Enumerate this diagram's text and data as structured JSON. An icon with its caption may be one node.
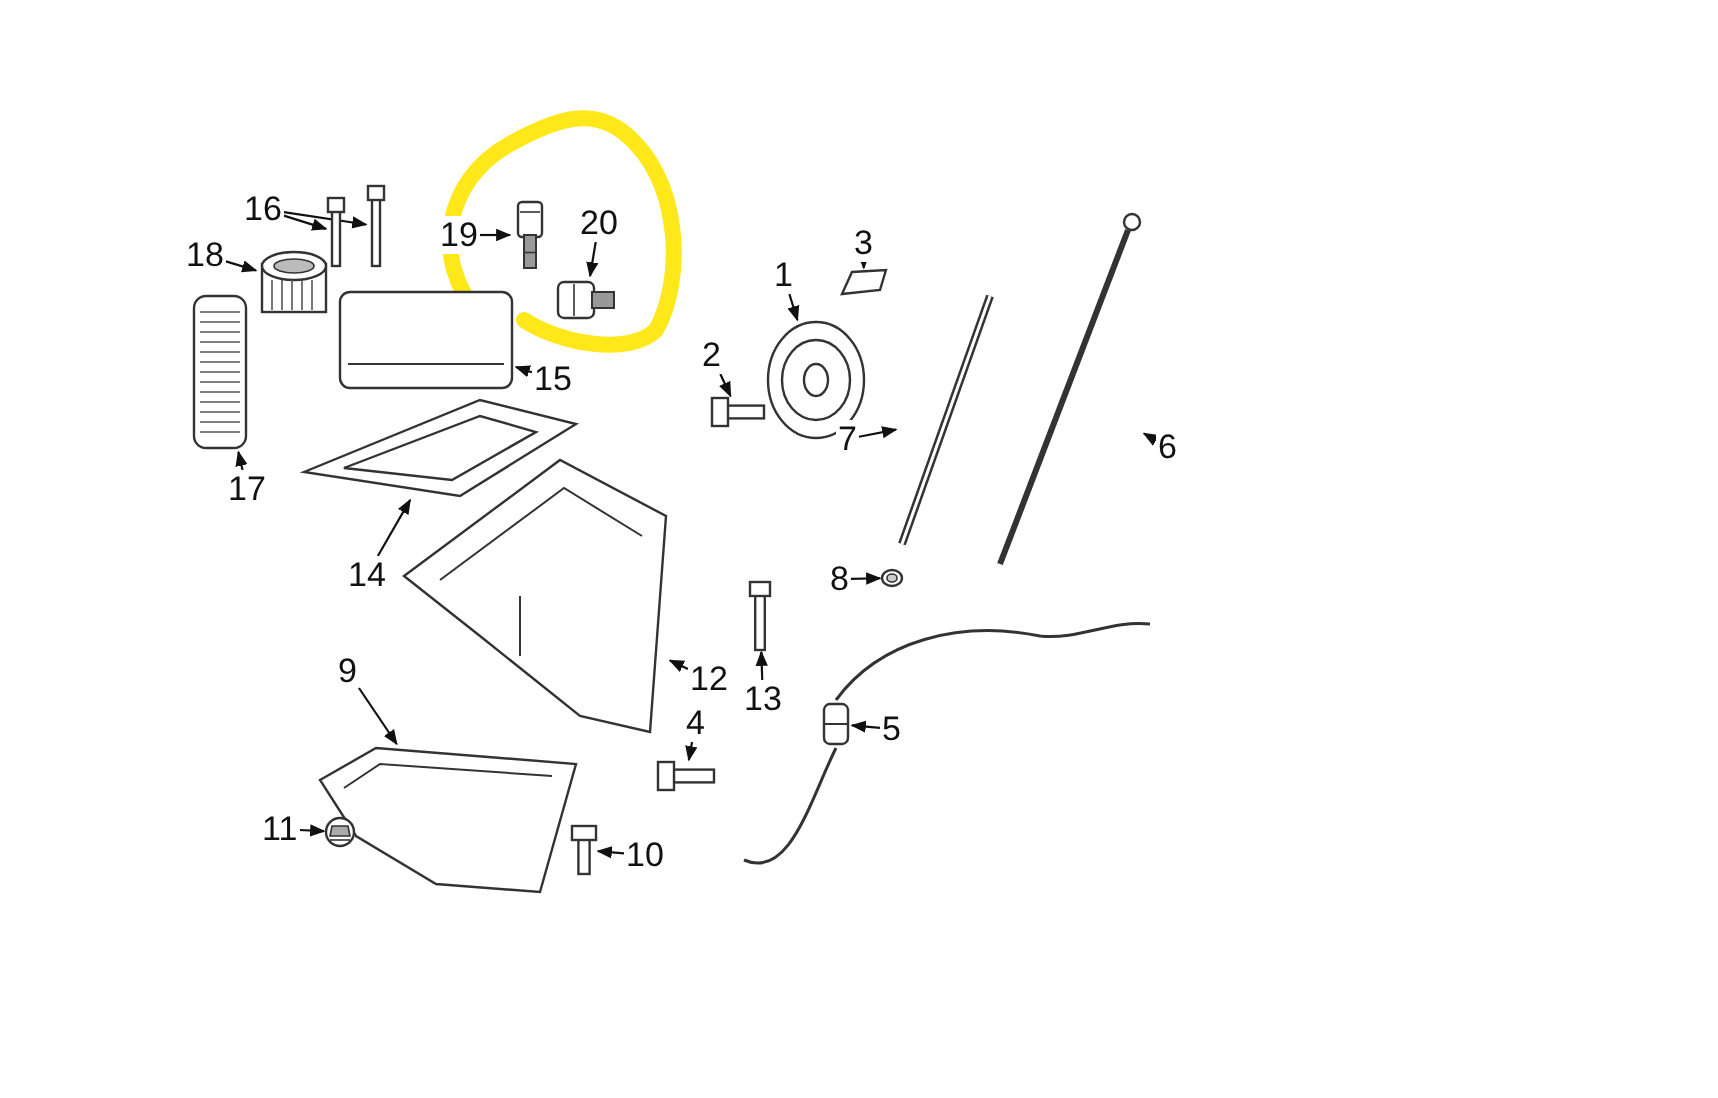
{
  "diagram": {
    "nodes": [
      {
        "text": [
          "1"
        ]
      },
      {
        "text": [],
        "shape": "picture"
      },
      {
        "text": [
          "2"
        ]
      },
      {
        "text": [],
        "shape": "picture"
      },
      {
        "text": [
          "3"
        ]
      },
      {
        "text": [],
        "shape": "picture"
      },
      {
        "text": [
          "4"
        ]
      },
      {
        "text": [],
        "shape": "picture"
      },
      {
        "text": [
          "5"
        ]
      },
      {
        "text": [],
        "shape": "picture"
      },
      {
        "text": [
          "6"
        ]
      },
      {
        "text": [],
        "shape": "picture"
      },
      {
        "text": [
          "7"
        ]
      },
      {
        "text": [],
        "shape": "picture"
      },
      {
        "text": [
          "8"
        ]
      },
      {
        "text": [],
        "shape": "picture"
      },
      {
        "text": [
          "9"
        ]
      },
      {
        "text": [],
        "shape": "picture"
      },
      {
        "text": [
          "10"
        ]
      },
      {
        "text": [],
        "shape": "picture"
      },
      {
        "text": [
          "11"
        ]
      },
      {
        "text": [],
        "shape": "picture"
      },
      {
        "text": [
          "12"
        ]
      },
      {
        "text": [],
        "shape": "picture"
      },
      {
        "text": [
          "13"
        ]
      },
      {
        "text": [],
        "shape": "picture"
      },
      {
        "text": [
          "14"
        ]
      },
      {
        "text": [],
        "shape": "picture"
      },
      {
        "text": [
          "15"
        ]
      },
      {
        "text": [],
        "shape": "picture"
      },
      {
        "text": [
          "16"
        ]
      },
      {
        "text": [],
        "shape": "picture"
      },
      {
        "text": [],
        "shape": "picture"
      },
      {
        "text": [
          "17"
        ]
      },
      {
        "text": [],
        "shape": "picture"
      },
      {
        "text": [
          "18"
        ]
      },
      {
        "text": [],
        "shape": "picture"
      },
      {
        "text": [
          "19"
        ]
      },
      {
        "text": [],
        "shape": "picture"
      },
      {
        "text": [
          "20"
        ]
      },
      {
        "text": [],
        "shape": "picture"
      }
    ],
    "edges": [
      {
        "from": 0,
        "to": 1,
        "arrow": "to"
      },
      {
        "from": 2,
        "to": 3,
        "arrow": "to"
      },
      {
        "from": 4,
        "to": 5,
        "arrow": "to"
      },
      {
        "from": 6,
        "to": 7,
        "arrow": "to"
      },
      {
        "from": 8,
        "to": 9,
        "arrow": "to"
      },
      {
        "from": 10,
        "to": 11,
        "arrow": "to"
      },
      {
        "from": 12,
        "to": 13,
        "arrow": "to"
      },
      {
        "from": 14,
        "to": 15,
        "arrow": "to"
      },
      {
        "from": 16,
        "to": 17,
        "arrow": "to"
      },
      {
        "from": 18,
        "to": 19,
        "arrow": "to"
      },
      {
        "from": 20,
        "to": 21,
        "arrow": "to"
      },
      {
        "from": 22,
        "to": 23,
        "arrow": "to"
      },
      {
        "from": 24,
        "to": 25,
        "arrow": "to"
      },
      {
        "from": 26,
        "to": 27,
        "arrow": "to"
      },
      {
        "from": 28,
        "to": 29,
        "arrow": "to"
      },
      {
        "from": 30,
        "to": 31,
        "arrow": "to"
      },
      {
        "from": 30,
        "to": 32,
        "arrow": "to"
      },
      {
        "from": 33,
        "to": 34,
        "arrow": "to"
      },
      {
        "from": 35,
        "to": 36,
        "arrow": "to"
      },
      {
        "from": 37,
        "to": 38,
        "arrow": "to"
      },
      {
        "from": 39,
        "to": 40,
        "arrow": "to"
      }
    ]
  }
}
